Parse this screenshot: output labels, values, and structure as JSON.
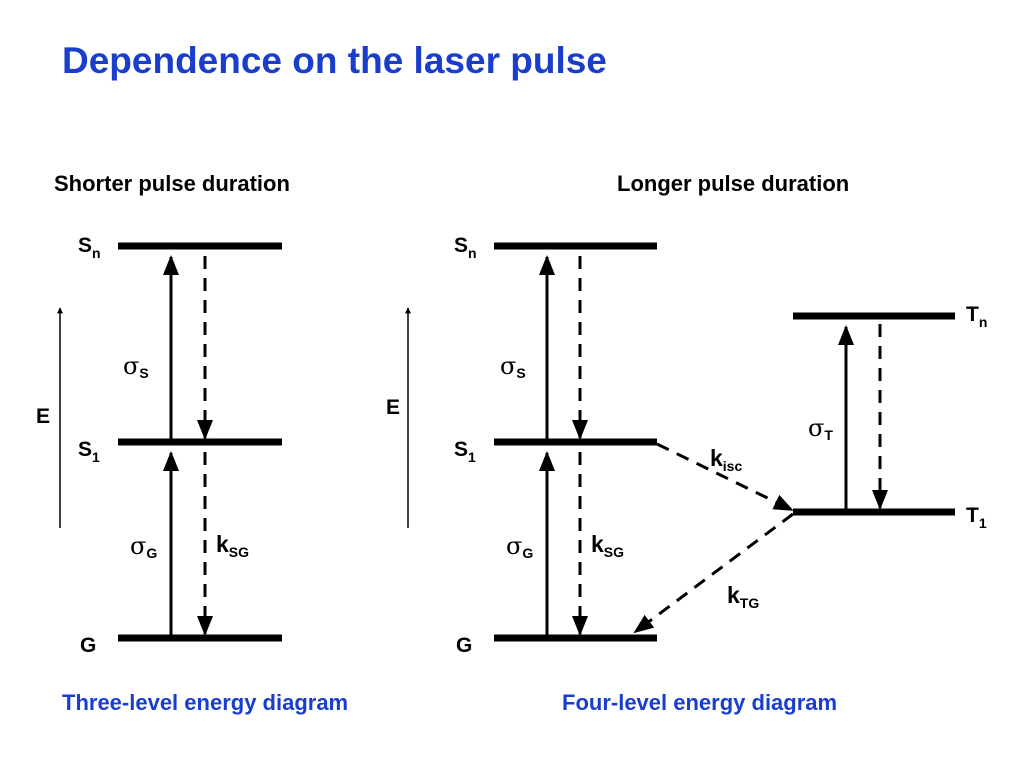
{
  "title": "Dependence on the laser pulse",
  "left_panel": {
    "heading": "Shorter pulse duration",
    "caption": "Three-level energy diagram",
    "axis_label": "E",
    "levels": {
      "sn": {
        "main": "S",
        "sub": "n"
      },
      "s1": {
        "main": "S",
        "sub": "1"
      },
      "g": {
        "main": "G"
      }
    },
    "labels": {
      "sigma_s": {
        "main": "σ",
        "sub": "S"
      },
      "sigma_g": {
        "main": "σ",
        "sub": "G"
      },
      "k_sg": {
        "main": "k",
        "sub": "SG"
      }
    }
  },
  "right_panel": {
    "heading": "Longer pulse duration",
    "caption": "Four-level energy diagram",
    "axis_label": "E",
    "levels": {
      "sn": {
        "main": "S",
        "sub": "n"
      },
      "s1": {
        "main": "S",
        "sub": "1"
      },
      "g": {
        "main": "G"
      },
      "tn": {
        "main": "T",
        "sub": "n"
      },
      "t1": {
        "main": "T",
        "sub": "1"
      }
    },
    "labels": {
      "sigma_s": {
        "main": "σ",
        "sub": "S"
      },
      "sigma_g": {
        "main": "σ",
        "sub": "G"
      },
      "k_sg": {
        "main": "k",
        "sub": "SG"
      },
      "k_isc": {
        "main": "k",
        "sub": "isc"
      },
      "sigma_t": {
        "main": "σ",
        "sub": "T"
      },
      "k_tg": {
        "main": "k",
        "sub": "TG"
      }
    }
  }
}
